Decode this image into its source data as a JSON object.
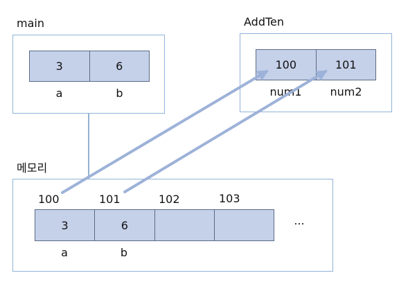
{
  "main_frame": {
    "title": "main",
    "cells": [
      "3",
      "6"
    ],
    "vars": [
      "a",
      "b"
    ]
  },
  "addten_frame": {
    "title": "AddTen",
    "cells": [
      "100",
      "101"
    ],
    "vars": [
      "num1",
      "num2"
    ]
  },
  "memory": {
    "title": "메모리",
    "addresses": [
      "100",
      "101",
      "102",
      "103"
    ],
    "cells": [
      "3",
      "6",
      "",
      ""
    ],
    "vars": [
      "a",
      "b"
    ],
    "ellipsis": "..."
  },
  "colors": {
    "panel_border": "#8fb2d9",
    "cell_fill": "#c5d0e9",
    "cell_border": "#5a6b85",
    "arrow": "#9db2d8",
    "connector": "#4a7fb5"
  }
}
